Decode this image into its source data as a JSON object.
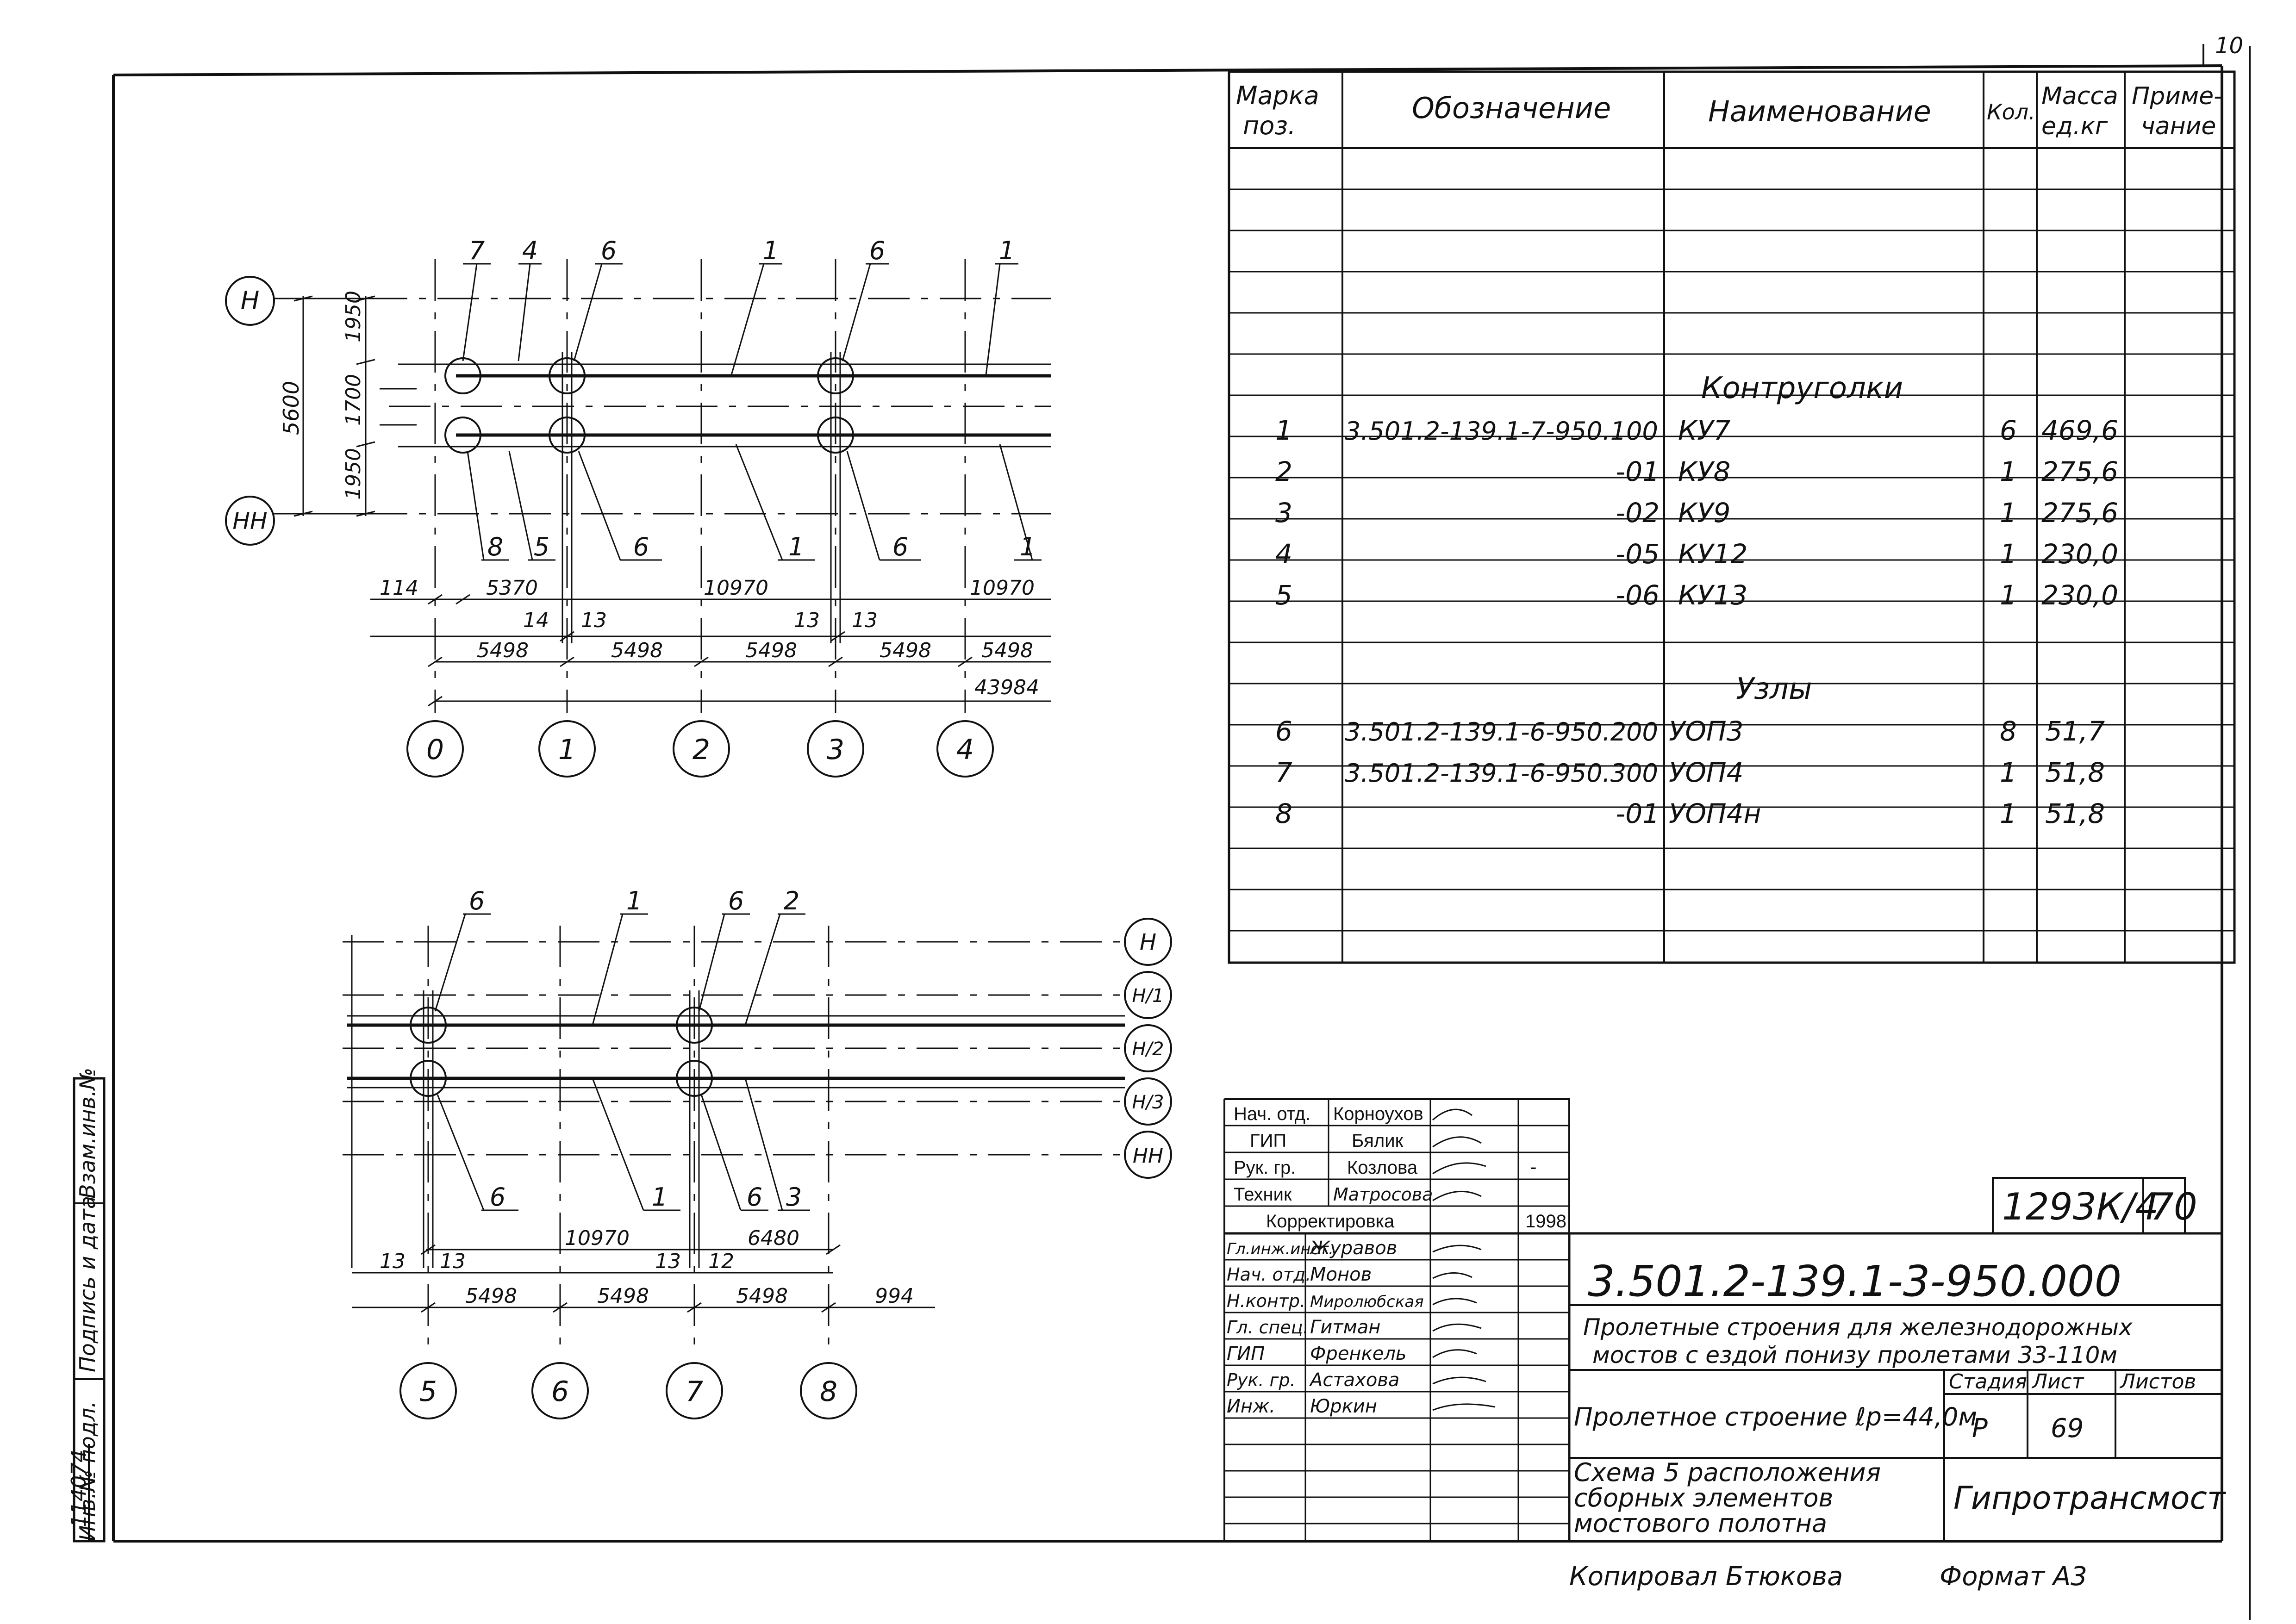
{
  "page_number": "10",
  "spec_table": {
    "headers": {
      "mark": [
        "Марка",
        "поз."
      ],
      "designation": "Обозначение",
      "name": "Наименование",
      "qty": "Кол.",
      "mass": [
        "Масса",
        "ед.кг"
      ],
      "note": [
        "Приме-",
        "чание"
      ]
    },
    "section_1": "Контруголки",
    "rows_1": [
      {
        "mark": "1",
        "designation": "3.501.2-139.1-7-950.100",
        "name": "КУ7",
        "qty": "6",
        "mass": "469,6"
      },
      {
        "mark": "2",
        "designation": "-01",
        "name": "КУ8",
        "qty": "1",
        "mass": "275,6"
      },
      {
        "mark": "3",
        "designation": "-02",
        "name": "КУ9",
        "qty": "1",
        "mass": "275,6"
      },
      {
        "mark": "4",
        "designation": "-05",
        "name": "КУ12",
        "qty": "1",
        "mass": "230,0"
      },
      {
        "mark": "5",
        "designation": "-06",
        "name": "КУ13",
        "qty": "1",
        "mass": "230,0"
      }
    ],
    "section_2": "Узлы",
    "rows_2": [
      {
        "mark": "6",
        "designation": "3.501.2-139.1-6-950.200",
        "name": "УОП3",
        "qty": "8",
        "mass": "51,7"
      },
      {
        "mark": "7",
        "designation": "3.501.2-139.1-6-950.300",
        "name": "УОП4",
        "qty": "1",
        "mass": "51,8"
      },
      {
        "mark": "8",
        "designation": "-01",
        "name": "УОП4н",
        "qty": "1",
        "mass": "51,8"
      }
    ]
  },
  "plan_top": {
    "axes_horiz": [
      "Н",
      "НН"
    ],
    "axes_vert": [
      "0",
      "1",
      "2",
      "3",
      "4"
    ],
    "callouts_top": [
      "7",
      "4",
      "6",
      "1",
      "6",
      "1"
    ],
    "callouts_bottom": [
      "8",
      "5",
      "6",
      "1",
      "6",
      "1"
    ],
    "dim_vert_total": "5600",
    "dim_vert_parts": [
      "1950",
      "1700",
      "1950"
    ],
    "dims_row1": [
      "114",
      "5370",
      "10970",
      "10970"
    ],
    "dims_row2": [
      "14",
      "13",
      "13",
      "13"
    ],
    "dims_row3": [
      "5498",
      "5498",
      "5498",
      "5498",
      "5498"
    ],
    "dim_total": "43984"
  },
  "plan_bottom": {
    "axes_horiz": [
      "Н",
      "Н/1",
      "Н/2",
      "Н/3",
      "НН"
    ],
    "axes_vert": [
      "5",
      "6",
      "7",
      "8"
    ],
    "callouts_top": [
      "6",
      "1",
      "6",
      "2"
    ],
    "callouts_bottom": [
      "6",
      "1",
      "6",
      "3"
    ],
    "dims_row1": [
      "10970",
      "6480"
    ],
    "dims_row2": [
      "13",
      "13",
      "13",
      "12"
    ],
    "dims_row3": [
      "5498",
      "5498",
      "5498",
      "994"
    ]
  },
  "side_stamp": [
    "Инв.№ подл.",
    "Подпись и дата",
    "Взам.инв.№"
  ],
  "inv_number": "114074",
  "approvals": [
    {
      "role": "Нач. отд.",
      "name": "Корноухов"
    },
    {
      "role": "ГИП",
      "name": "Бялик"
    },
    {
      "role": "Рук. гр.",
      "name": "Козлова"
    },
    {
      "role": "Техник",
      "name": "Матросова"
    }
  ],
  "correction_label": "Корректировка",
  "correction_year": "1998",
  "correction_dash": "-",
  "authors": [
    {
      "role": "Гл.инж.инст.",
      "name": "Журавов"
    },
    {
      "role": "Нач. отд.",
      "name": "Монов"
    },
    {
      "role": "Н.контр.",
      "name": "Миролюбская"
    },
    {
      "role": "Гл. спец.",
      "name": "Гитман"
    },
    {
      "role": "ГИП",
      "name": "Френкель"
    },
    {
      "role": "Рук. гр.",
      "name": "Астахова"
    },
    {
      "role": "Инж.",
      "name": "Юркин"
    }
  ],
  "doc_code": "1293К/4",
  "sheet_code": "70",
  "title_code": "3.501.2-139.1-3-950.000",
  "project_title": [
    "Пролетные строения для железнодорожных",
    "мостов с ездой понизу пролетами 33-110м"
  ],
  "object_title": "Пролетное строение ℓp=44,0м",
  "stage_label": "Стадия",
  "sheet_label": "Лист",
  "sheets_label": "Листов",
  "stage": "Р",
  "sheet": "69",
  "drawing_title": [
    "Схема 5 расположения",
    "сборных элементов",
    "мостового полотна"
  ],
  "organization": "Гипротрансмост",
  "copied_by": "Копировал Бтюкова",
  "format": "Формат А3"
}
